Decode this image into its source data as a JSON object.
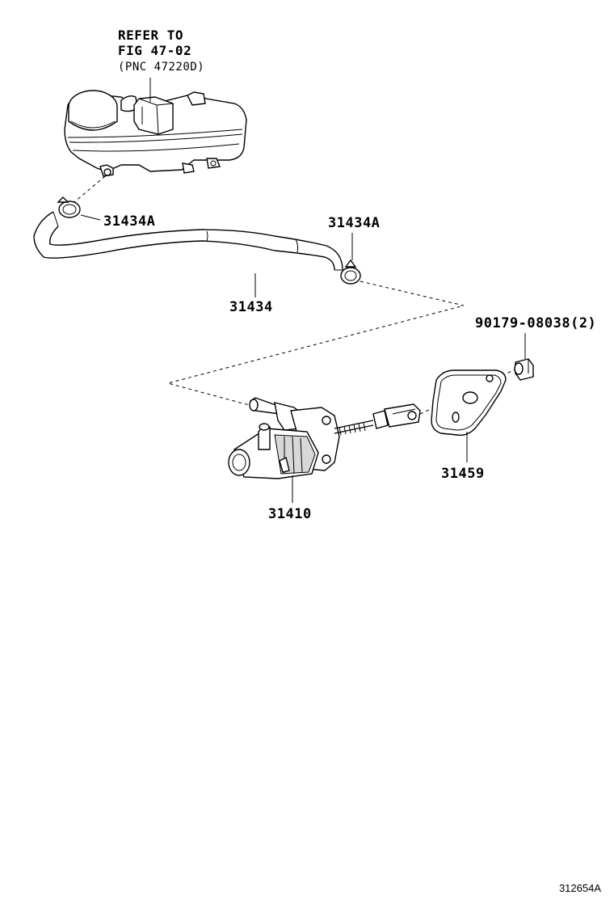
{
  "reference_note": {
    "line1": "REFER TO",
    "line2": "FIG 47-02",
    "line3": "(PNC 47220D)"
  },
  "callouts": {
    "clip_left": "31434A",
    "clip_right": "31434A",
    "hose": "31434",
    "nut": "90179-08038(2)",
    "gasket": "31459",
    "master_cylinder": "31410"
  },
  "footer": {
    "figure_code": "312654A"
  }
}
